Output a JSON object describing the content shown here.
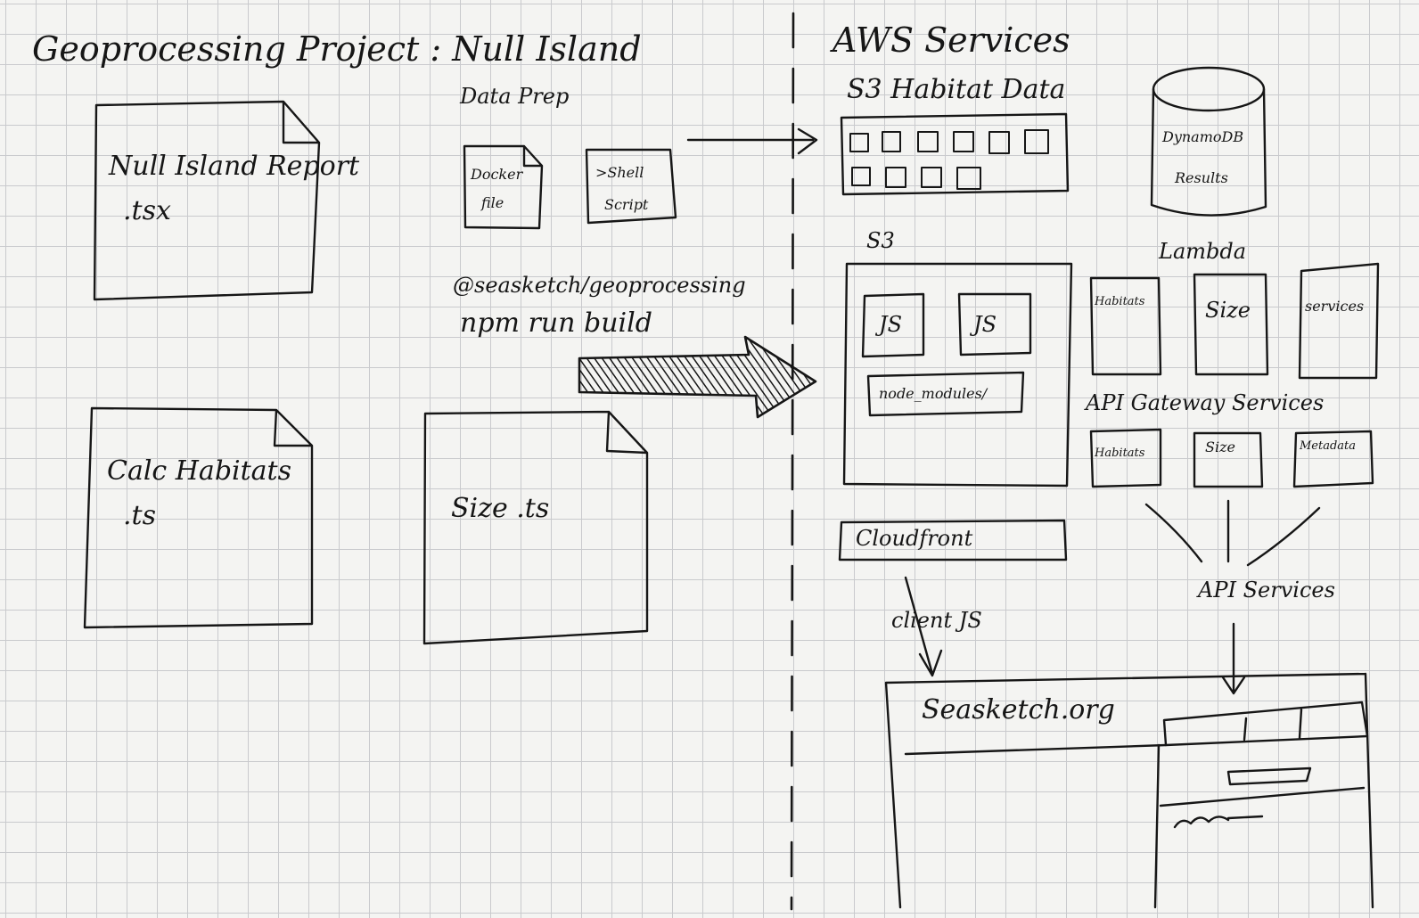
{
  "title": "Geoprocessing Project : Null Island",
  "left": {
    "report_file": {
      "line1": "Null Island Report",
      "line2": ".tsx"
    },
    "calc_file": {
      "line1": "Calc Habitats",
      "line2": ".ts"
    },
    "size_file": {
      "label": "Size .ts"
    },
    "data_prep": {
      "heading": "Data Prep",
      "dockerfile": {
        "line1": "Docker",
        "line2": "file"
      },
      "shell": {
        "line1": ">Shell",
        "line2": "Script"
      }
    },
    "build": {
      "line1": "@seasketch/geoprocessing",
      "line2": "npm run build"
    }
  },
  "aws": {
    "heading": "AWS Services",
    "s3_habitat_title": "S3 Habitat Data",
    "dynamo": {
      "line1": "DynamoDB",
      "line2": "Results"
    },
    "s3_title": "S3",
    "js1": "JS",
    "js2": "JS",
    "node_modules": "node_modules/",
    "lambda_title": "Lambda",
    "lambda_items": [
      "Habitats",
      "Size",
      "services"
    ],
    "gateway_title": "API Gateway Services",
    "gateway_items": [
      "Habitats",
      "Size",
      "Metadata"
    ],
    "cloudfront": "Cloudfront",
    "client_js": "client JS",
    "api_services": "API Services",
    "seasketch": "Seasketch.org"
  },
  "colors": {
    "ink": "#161616",
    "grid": "#c9cacd",
    "paper": "#f4f4f2"
  }
}
